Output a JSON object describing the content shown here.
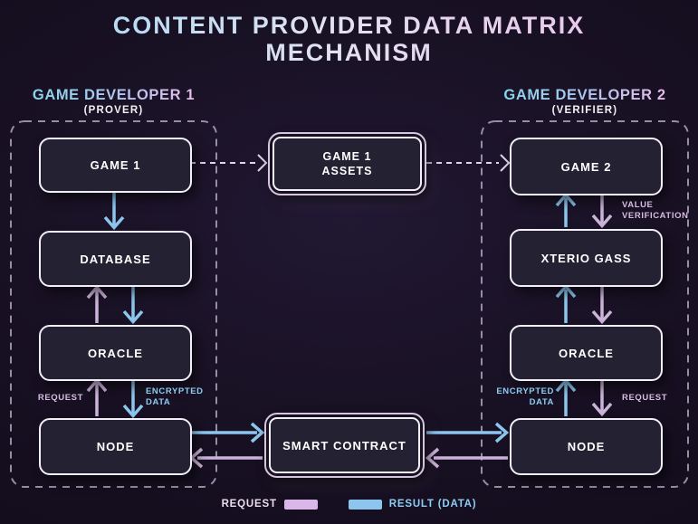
{
  "title": {
    "line1": "CONTENT PROVIDER DATA MATRIX",
    "line2": "MECHANISM"
  },
  "left_column": {
    "heading": "GAME DEVELOPER 1",
    "subheading": "(PROVER)",
    "nodes": [
      "GAME 1",
      "DATABASE",
      "ORACLE",
      "NODE"
    ]
  },
  "right_column": {
    "heading": "GAME DEVELOPER 2",
    "subheading": "(VERIFIER)",
    "nodes": [
      "GAME 2",
      "XTERIO GASS",
      "ORACLE",
      "NODE"
    ]
  },
  "center": {
    "assets_box": "GAME 1\nASSETS",
    "smart_contract_box": "SMART CONTRACT"
  },
  "edge_labels": {
    "left_request": "REQUEST",
    "left_encrypted_data": "ENCRYPTED\nDATA",
    "right_encrypted_data": "ENCRYPTED\nDATA",
    "right_request": "REQUEST",
    "right_value_verification": "VALUE\nVERIFICATION"
  },
  "legend": {
    "request_label": "REQUEST",
    "result_label": "RESULT (DATA)"
  },
  "colors": {
    "request_pink": "#d9b7e8",
    "result_blue": "#8cc6ef",
    "box_fill": "#242132",
    "box_border": "#f3eff9",
    "dashed_container_border": "#968da6",
    "background": "#191124"
  },
  "edges": [
    {
      "from": "GAME 1",
      "to": "GAME 1 ASSETS",
      "style": "dashed"
    },
    {
      "from": "GAME 1 ASSETS",
      "to": "GAME 2",
      "style": "dashed"
    },
    {
      "from": "GAME 1",
      "to": "DATABASE",
      "type": "result"
    },
    {
      "from": "ORACLE (dev 1)",
      "to": "DATABASE",
      "type": "request"
    },
    {
      "from": "DATABASE",
      "to": "ORACLE (dev 1)",
      "type": "result"
    },
    {
      "from": "NODE (dev 1)",
      "to": "ORACLE (dev 1)",
      "type": "request",
      "label": "REQUEST"
    },
    {
      "from": "ORACLE (dev 1)",
      "to": "NODE (dev 1)",
      "type": "result",
      "label": "ENCRYPTED DATA"
    },
    {
      "from": "NODE (dev 1)",
      "to": "SMART CONTRACT",
      "type": "result"
    },
    {
      "from": "SMART CONTRACT",
      "to": "NODE (dev 1)",
      "type": "request"
    },
    {
      "from": "SMART CONTRACT",
      "to": "NODE (dev 2)",
      "type": "result"
    },
    {
      "from": "NODE (dev 2)",
      "to": "SMART CONTRACT",
      "type": "request"
    },
    {
      "from": "NODE (dev 2)",
      "to": "ORACLE (dev 2)",
      "type": "result",
      "label": "ENCRYPTED DATA"
    },
    {
      "from": "ORACLE (dev 2)",
      "to": "NODE (dev 2)",
      "type": "request",
      "label": "REQUEST"
    },
    {
      "from": "ORACLE (dev 2)",
      "to": "XTERIO GASS",
      "type": "result"
    },
    {
      "from": "XTERIO GASS",
      "to": "ORACLE (dev 2)",
      "type": "request"
    },
    {
      "from": "XTERIO GASS",
      "to": "GAME 2",
      "type": "result"
    },
    {
      "from": "GAME 2",
      "to": "XTERIO GASS",
      "type": "request",
      "label": "VALUE VERIFICATION"
    }
  ]
}
